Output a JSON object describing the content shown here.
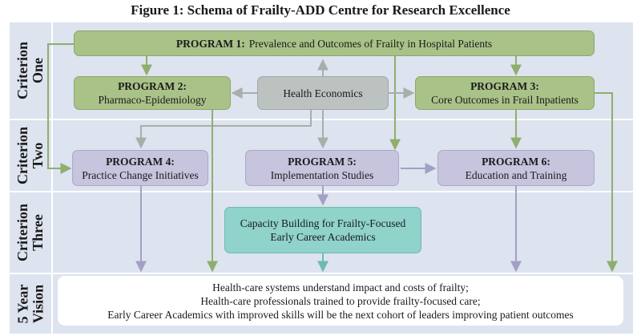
{
  "title": "Figure 1: Schema of Frailty-ADD Centre for Research Excellence",
  "rows": [
    {
      "label": "Criterion\nOne"
    },
    {
      "label": "Criterion\nTwo"
    },
    {
      "label": "Criterion\nThree"
    },
    {
      "label": "5 Year\nVision"
    }
  ],
  "program1": {
    "heading": "PROGRAM 1:",
    "text": "Prevalence and Outcomes of Frailty in Hospital Patients"
  },
  "program2": {
    "heading": "PROGRAM 2:",
    "text": "Pharmaco-Epidemiology"
  },
  "health_economics": {
    "text": "Health Economics"
  },
  "program3": {
    "heading": "PROGRAM 3:",
    "text": "Core Outcomes in Frail Inpatients"
  },
  "program4": {
    "heading": "PROGRAM 4:",
    "text": "Practice Change Initiatives"
  },
  "program5": {
    "heading": "PROGRAM 5:",
    "text": "Implementation Studies"
  },
  "program6": {
    "heading": "PROGRAM 6:",
    "text": "Education and Training"
  },
  "capacity": {
    "line1": "Capacity Building for Frailty-Focused",
    "line2": "Early Career Academics"
  },
  "vision": {
    "line1": "Health-care systems understand impact and costs of frailty;",
    "line2": "Health-care professionals trained to provide frailty-focused care;",
    "line3": "Early Career Academics with improved skills will be the next cohort of leaders improving patient outcomes"
  },
  "colors": {
    "band": "#dde3ef",
    "green_box": "#a9c288",
    "gray_box": "#bcc2bf",
    "purple_box": "#c7c4de",
    "teal_box": "#8fd3cb",
    "green_arrow": "#8fae6e",
    "gray_arrow": "#a9aeab",
    "purple_arrow": "#a3a0c4",
    "teal_arrow": "#6ebab1"
  }
}
